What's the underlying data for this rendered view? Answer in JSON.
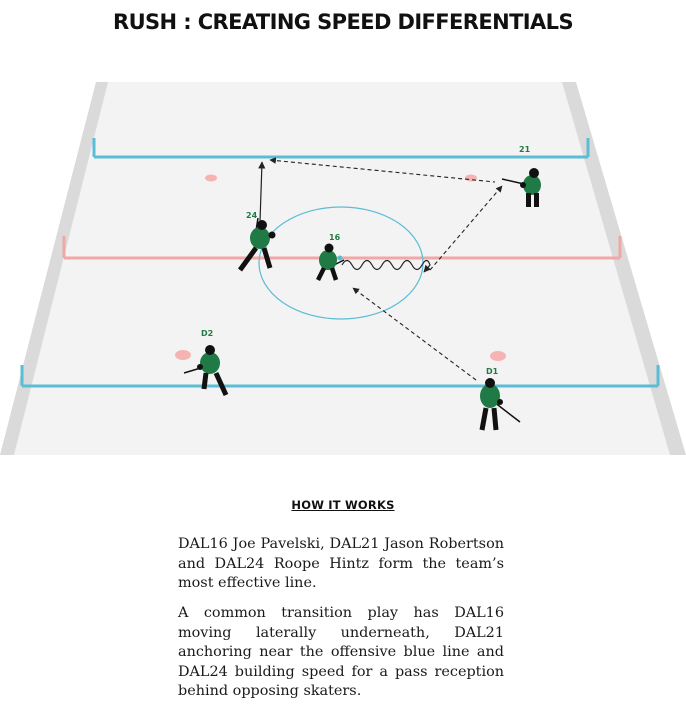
{
  "title": "RUSH : CREATING SPEED DIFFERENTIALS",
  "colors": {
    "rink_surface": "#f3f3f3",
    "board": "#d7d7d7",
    "blue_line": "#5bbcd6",
    "red_line": "#f2a7a7",
    "faceoff_dot": "#f5b3b3",
    "jersey_green": "#1f7a45",
    "label_green": "#1f7a45"
  },
  "players": [
    {
      "label": "21"
    },
    {
      "label": "24"
    },
    {
      "label": "16"
    },
    {
      "label": "D2"
    },
    {
      "label": "D1"
    }
  ],
  "how_it_works": {
    "heading": "HOW IT WORKS",
    "paragraphs": [
      "DAL16 Joe Pavelski, DAL21 Jason Robertson and DAL24 Roope Hintz form the team’s most effective line.",
      "A common transition play has DAL16 moving laterally underneath, DAL21 anchoring near the offensive blue line and DAL24 building speed for a pass reception behind opposing skaters."
    ]
  }
}
